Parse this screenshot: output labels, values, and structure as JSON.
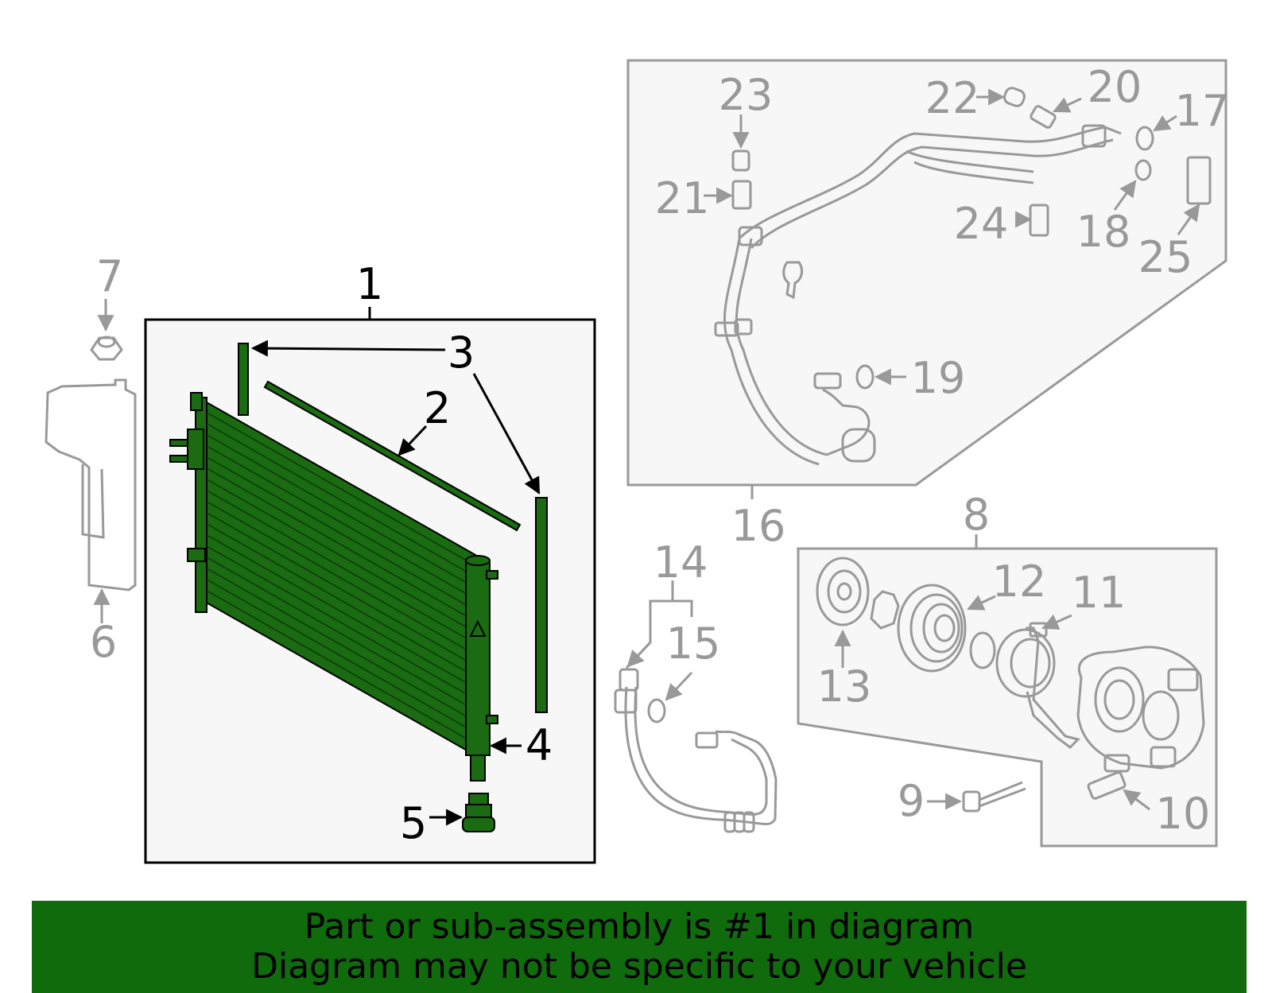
{
  "callouts": {
    "c1": "1",
    "c2": "2",
    "c3": "3",
    "c4": "4",
    "c5": "5",
    "c6": "6",
    "c7": "7",
    "c8": "8",
    "c9": "9",
    "c10": "10",
    "c11": "11",
    "c12": "12",
    "c13": "13",
    "c14": "14",
    "c15": "15",
    "c16": "16",
    "c17": "17",
    "c18": "18",
    "c19": "19",
    "c20": "20",
    "c21": "21",
    "c22": "22",
    "c23": "23",
    "c24": "24",
    "c25": "25"
  },
  "banner": {
    "line1": "Part or sub-assembly is #1 in diagram",
    "line2": "Diagram may not be specific to your vehicle"
  },
  "colors": {
    "highlight": "#1a6b12",
    "banner_bg": "#0f6b0c",
    "dim_gray": "#999999",
    "box_bg": "#f7f7f7"
  }
}
